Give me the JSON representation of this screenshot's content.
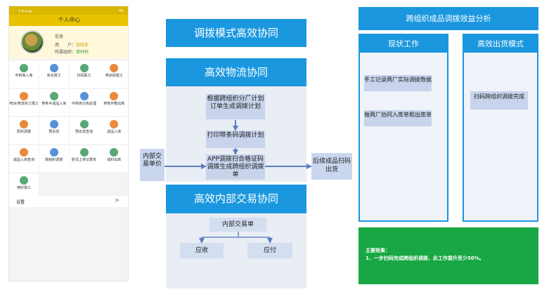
{
  "phone": {
    "status_left": "下午4:42",
    "status_right": "4G",
    "header": "个人中心",
    "info_title": "信息",
    "user_label": "用　　户：",
    "user_value": "张晓东",
    "org_label": "所属组织：",
    "org_value": "单村村",
    "grid": [
      {
        "label": "中转库入库",
        "color": "green"
      },
      {
        "label": "氧化报工",
        "color": "blue"
      },
      {
        "label": "扫码报工",
        "color": "green"
      },
      {
        "label": "喷涂前报工",
        "color": "orange"
      },
      {
        "label": "喷涂/喷漆完工报工",
        "color": "orange"
      },
      {
        "label": "穿条半成品入库",
        "color": "green"
      },
      {
        "label": "中转库分拣处理",
        "color": "blue"
      },
      {
        "label": "穿条芹敷出库",
        "color": "orange"
      },
      {
        "label": "原料调拨",
        "color": "orange"
      },
      {
        "label": "预出货",
        "color": "blue"
      },
      {
        "label": "预出货查询",
        "color": "green"
      },
      {
        "label": "成品入库",
        "color": "orange"
      },
      {
        "label": "成品入库查询",
        "color": "orange"
      },
      {
        "label": "跨组织调拨",
        "color": "blue"
      },
      {
        "label": "卧式上排记录单",
        "color": "green"
      },
      {
        "label": "戏料出库",
        "color": "green"
      },
      {
        "label": "喷砂报工",
        "color": "green"
      }
    ],
    "settings": "设置",
    "settings_chevron": ">"
  },
  "middle": {
    "head1": "调拨模式高效协同",
    "head2": "高效物流协同",
    "flow_box1": "根据跨组织分厂计划订单生成调拨计划",
    "flow_box2": "打印带条码调拨计划",
    "flow_box3": "APP调拨扫合格证码调拨生成跨组织调拨单",
    "left_side": "内部交易单价",
    "right_side": "后续成品扫码出货",
    "head3": "高效内部交易协同",
    "trade_box": "内部交易单",
    "receivable": "应收",
    "payable": "应付"
  },
  "right": {
    "title": "跨组织成品调拨效益分析",
    "col1_title": "现状工作",
    "col1_item1": "手工记录两厂实际调拨数据",
    "col1_item2": "做两厂协同入库单和出库单",
    "col2_title": "高效出货模式",
    "col2_item1": "扫码跨组织调拨完成",
    "effect_title": "主要效果：",
    "effect_text": "1、一步扫码完成跨组织调拨，此工作提升至少50%。"
  },
  "colors": {
    "accent_blue": "#1a97de",
    "phone_yellow": "#e8c300",
    "effect_green": "#18a744"
  }
}
